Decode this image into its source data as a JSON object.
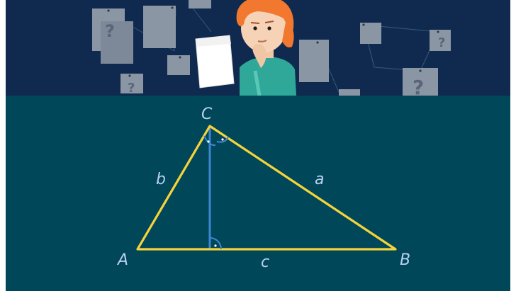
{
  "scene": {
    "question_mark": "?"
  },
  "triangle": {
    "vertices": {
      "A": "A",
      "B": "B",
      "C": "C"
    },
    "sides": {
      "a": "a",
      "b": "b",
      "c": "c"
    }
  },
  "colors": {
    "top_panel": "#0f2a4e",
    "bottom_panel": "#00475a",
    "triangle": "#f5d33a",
    "altitude": "#3f86d0",
    "angle_bisector": "#e8733a",
    "median": "#8ccc3f",
    "label": "#b9d0ec"
  }
}
